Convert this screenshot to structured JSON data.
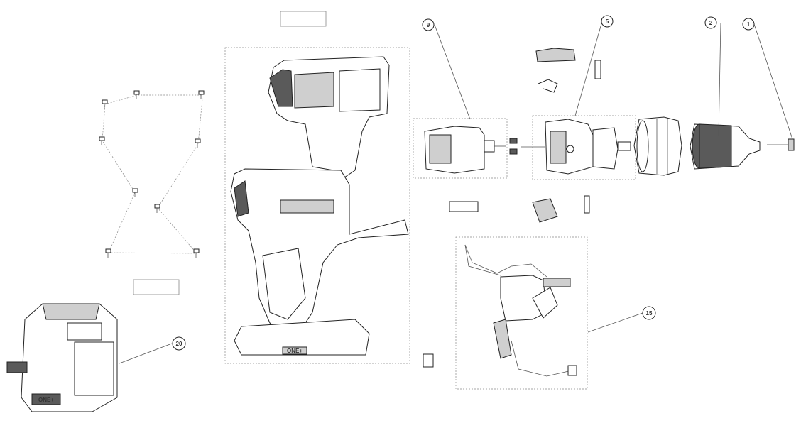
{
  "callouts": [
    {
      "label": "9"
    },
    {
      "label": "5"
    },
    {
      "label": "2"
    },
    {
      "label": "1"
    },
    {
      "label": "15"
    },
    {
      "label": "20"
    }
  ],
  "battery_logo_text": "ONE+",
  "tool_logo_text": "ONE+",
  "colors": {
    "line": "#222222",
    "dash": "#888888",
    "fill_dark": "#5a5a5a"
  }
}
